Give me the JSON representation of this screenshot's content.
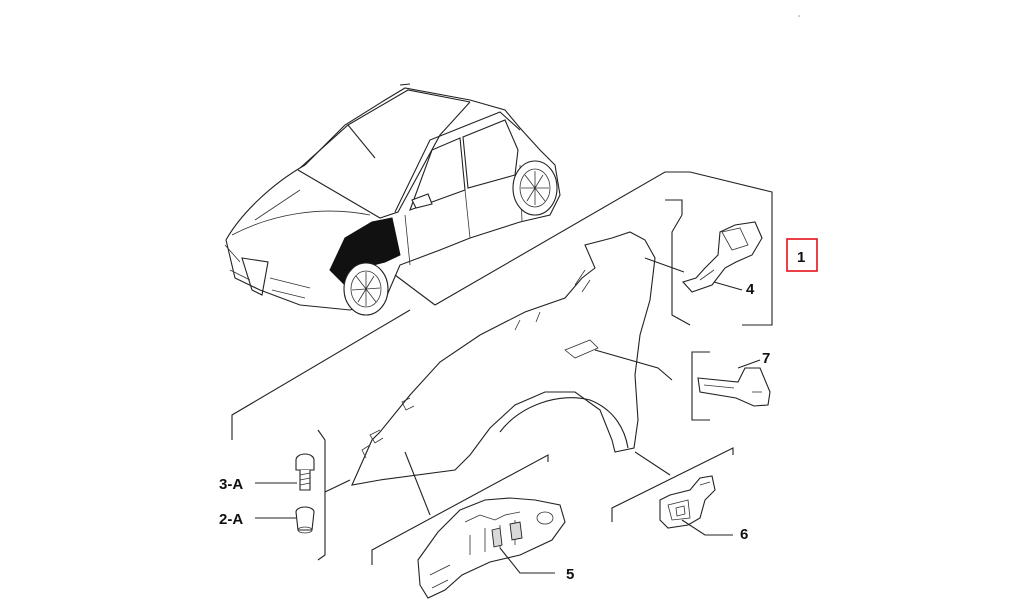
{
  "callouts": {
    "fender": "1",
    "fender_bracket_upper": "4",
    "bracket_7": "7",
    "bolt": "3-A",
    "nut": "2-A",
    "bracket_5": "5",
    "bracket_6": "6"
  },
  "colors": {
    "highlight": "#e8101c",
    "line": "#222222",
    "fill_dark": "#111111"
  }
}
